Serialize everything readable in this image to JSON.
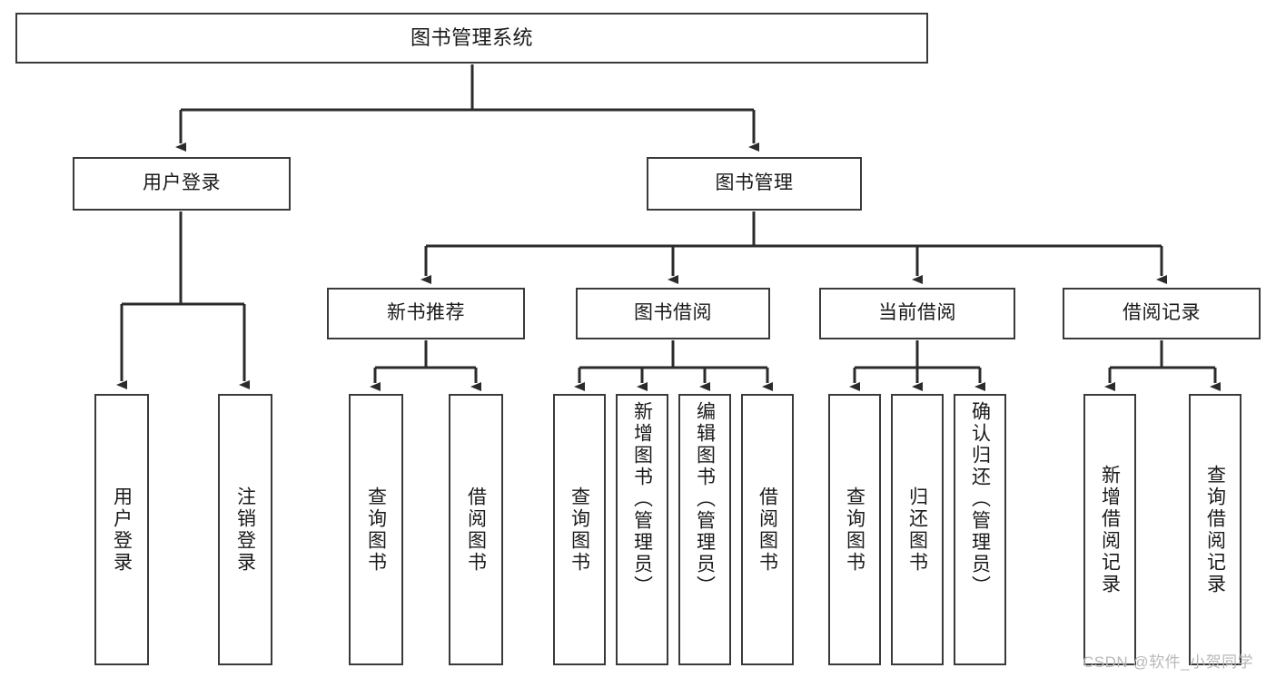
{
  "diagram": {
    "title": "图书管理系统",
    "type": "hierarchy-tree",
    "watermark": "CSDN @软件_小贺同学",
    "colors": {
      "box_border": "#3a3a3a",
      "box_fill": "#ffffff",
      "connector": "#2b2b2b",
      "text": "#1a1a1a",
      "watermark": "#b8b8b8",
      "background": "#ffffff"
    },
    "root": {
      "label": "图书管理系统"
    },
    "level2": [
      {
        "label": "用户登录"
      },
      {
        "label": "图书管理"
      }
    ],
    "level3": [
      {
        "label": "新书推荐"
      },
      {
        "label": "图书借阅"
      },
      {
        "label": "当前借阅"
      },
      {
        "label": "借阅记录"
      }
    ],
    "leaves": {
      "user_login": [
        {
          "label": "用户登录"
        },
        {
          "label": "注销登录"
        }
      ],
      "new_book_recommend": [
        {
          "label": "查询图书"
        },
        {
          "label": "借阅图书"
        }
      ],
      "book_borrow": [
        {
          "label": "查询图书"
        },
        {
          "label": "新增图书（管理员）"
        },
        {
          "label": "编辑图书（管理员）"
        },
        {
          "label": "借阅图书"
        }
      ],
      "current_borrow": [
        {
          "label": "查询图书"
        },
        {
          "label": "归还图书"
        },
        {
          "label": "确认归还（管理员）"
        }
      ],
      "borrow_record": [
        {
          "label": "新增借阅记录"
        },
        {
          "label": "查询借阅记录"
        }
      ]
    }
  }
}
